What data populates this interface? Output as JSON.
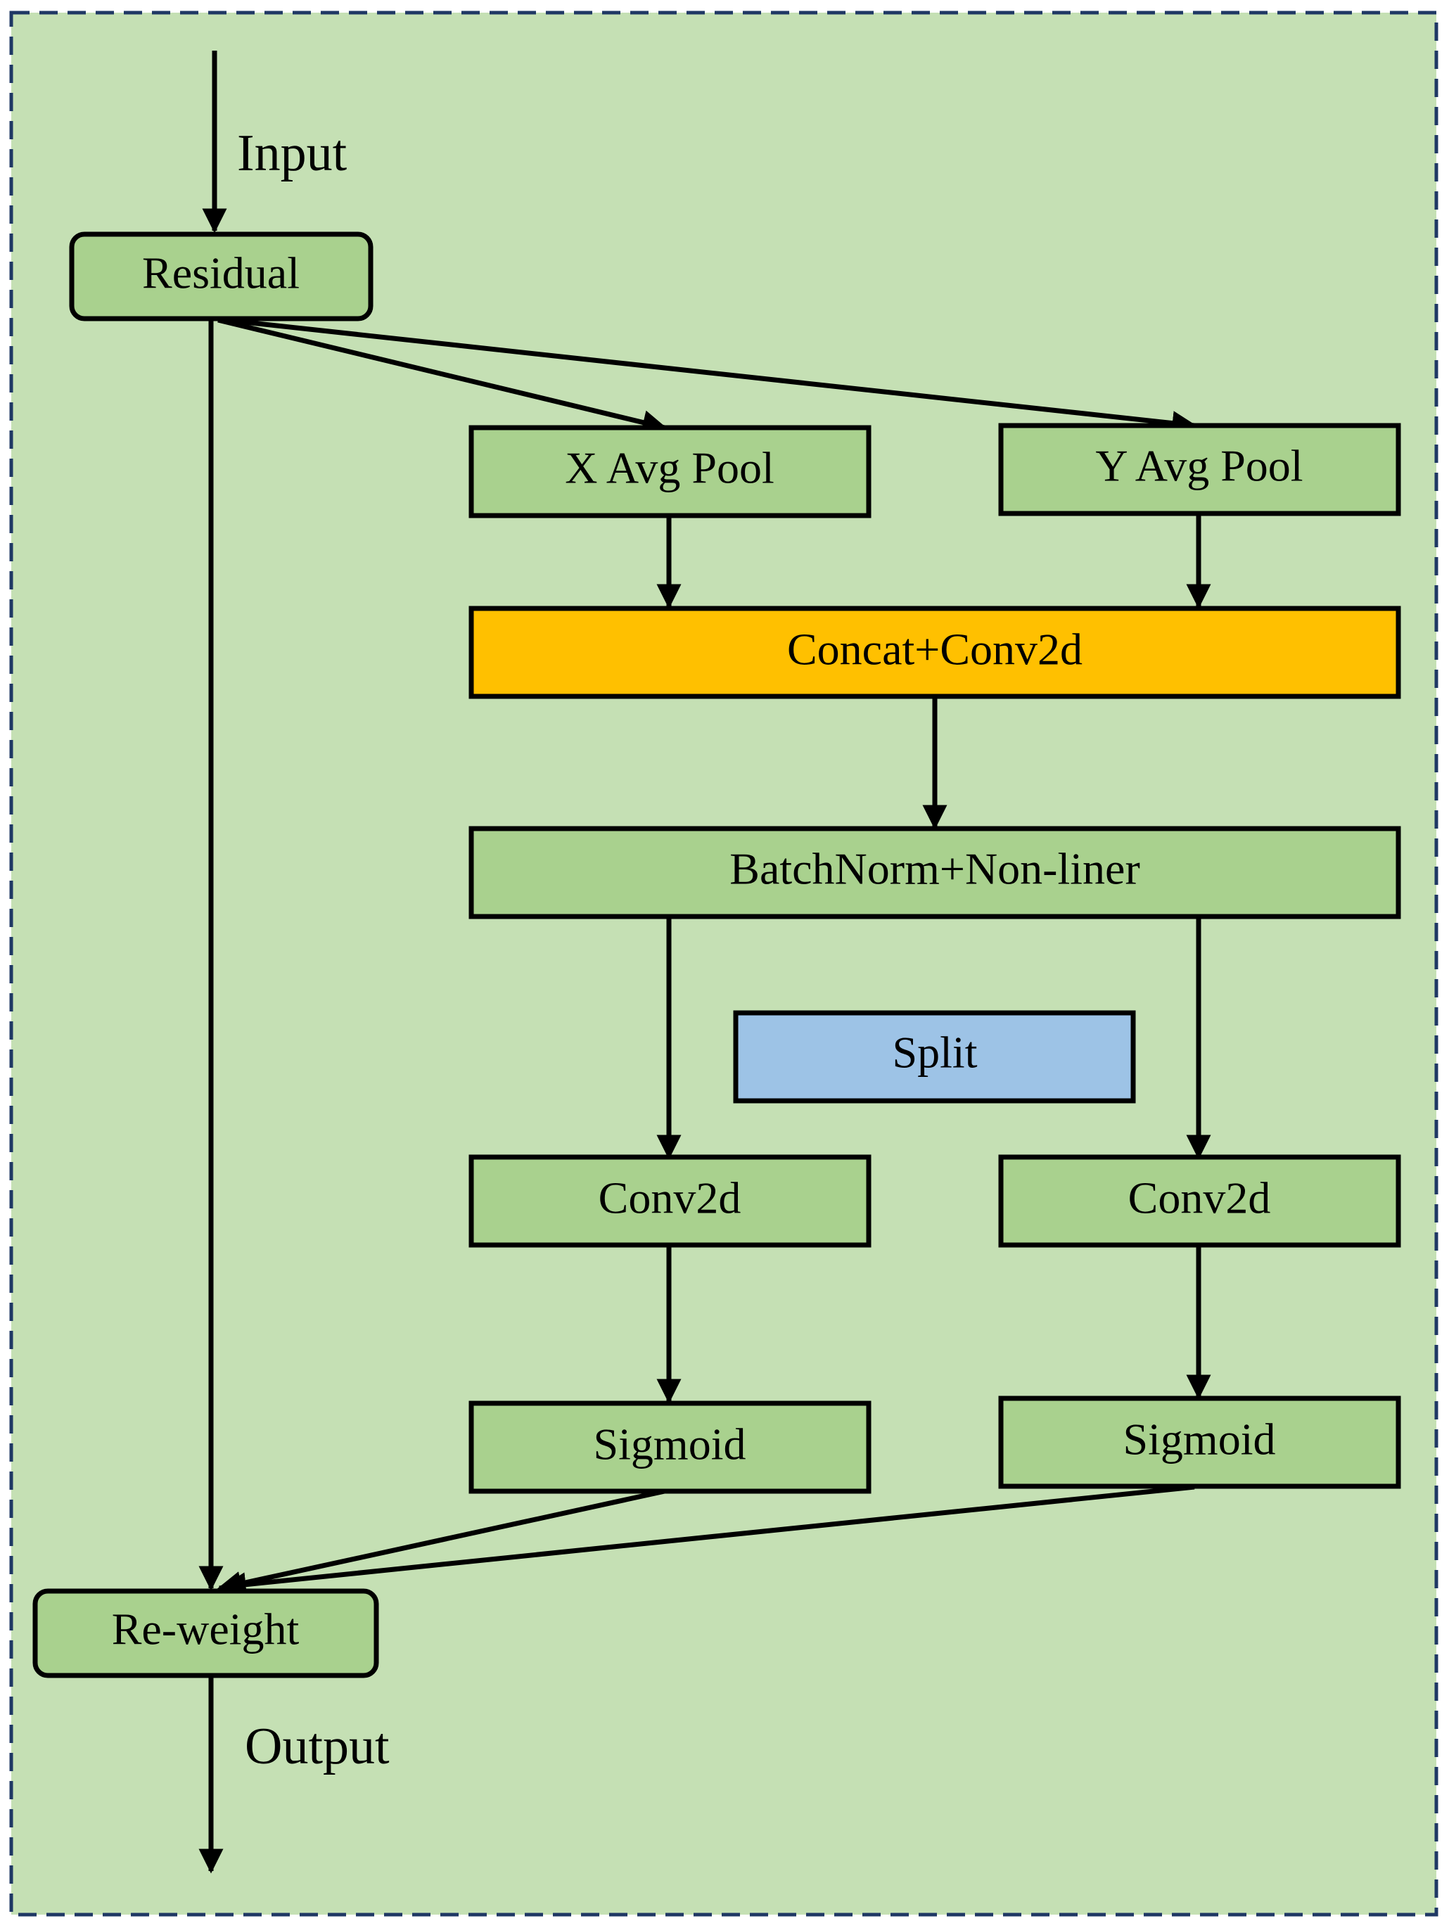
{
  "diagram": {
    "colors": {
      "background": "#c5e0b4",
      "border": "#1f3864",
      "node_green": "#a9d18e",
      "node_orange": "#ffc000",
      "node_blue": "#9dc3e6",
      "line": "#000000"
    },
    "labels": {
      "input": "Input",
      "output": "Output"
    },
    "nodes": {
      "residual": "Residual",
      "x_avg_pool": "X Avg Pool",
      "y_avg_pool": "Y Avg Pool",
      "concat_conv2d": "Concat+Conv2d",
      "batchnorm": "BatchNorm+Non-liner",
      "split": "Split",
      "conv2d_left": "Conv2d",
      "conv2d_right": "Conv2d",
      "sigmoid_left": "Sigmoid",
      "sigmoid_right": "Sigmoid",
      "reweight": "Re-weight"
    },
    "edges": [
      {
        "from": "input",
        "to": "residual"
      },
      {
        "from": "residual",
        "to": "x_avg_pool"
      },
      {
        "from": "residual",
        "to": "y_avg_pool"
      },
      {
        "from": "residual",
        "to": "reweight"
      },
      {
        "from": "x_avg_pool",
        "to": "concat_conv2d"
      },
      {
        "from": "y_avg_pool",
        "to": "concat_conv2d"
      },
      {
        "from": "concat_conv2d",
        "to": "batchnorm"
      },
      {
        "from": "batchnorm",
        "to": "conv2d_left"
      },
      {
        "from": "batchnorm",
        "to": "conv2d_right"
      },
      {
        "from": "conv2d_left",
        "to": "sigmoid_left"
      },
      {
        "from": "conv2d_right",
        "to": "sigmoid_right"
      },
      {
        "from": "sigmoid_left",
        "to": "reweight"
      },
      {
        "from": "sigmoid_right",
        "to": "reweight"
      },
      {
        "from": "reweight",
        "to": "output"
      }
    ]
  }
}
